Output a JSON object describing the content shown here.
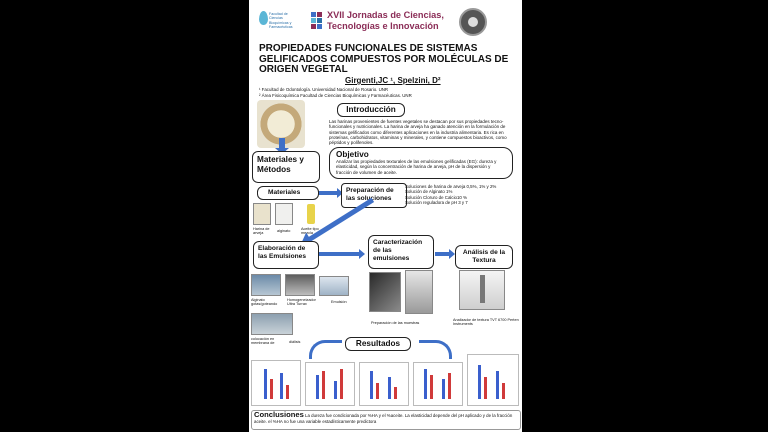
{
  "header": {
    "faculty_logo_text": "Facultad de Ciencias Bioquímicas y Farmacéuticas",
    "event_title": "XVII Jornadas de Ciencias, Tecnologías e Innovación",
    "colors": {
      "event": "#8b2d57",
      "arrow": "#3e6fc7",
      "faculty": "#2a6fa8"
    }
  },
  "title": "PROPIEDADES FUNCIONALES DE SISTEMAS GELIFICADOS COMPUESTOS POR MOLÉCULAS DE ORIGEN VEGETAL",
  "authors": "Girgenti,JC ¹, Spelzini, D²",
  "affiliations": [
    "¹ Facultad de Odontología. Universidad Nacional de Rosario. UNR",
    "² Área Fisicoquímica Facultad de Ciencias Bioquímicas y Farmacéuticas. UNR"
  ],
  "intro": {
    "heading": "Introducción",
    "text": "Las harinas provenientes de fuentes vegetales se destacan por sus propiedades tecno-funcionales y nutricionales. La harina de arveja ha ganado atención en la formulación de sistemas gelificados como diferentes aplicaciones en la industria alimentaria. Es rica en proteínas, carbohidratos, vitaminas y minerales, y contiene compuestos bioactivos, como péptidos y polifenoles."
  },
  "methods": {
    "heading": "Materiales y Métodos"
  },
  "objective": {
    "heading": "Objetivo",
    "text": "Analizar las propiedades texturales de las emulsiones gelificadas (EG): dureza y elasticidad, según la concentración de harina de arveja, pH de la dispersión y fracción de volumen de aceite."
  },
  "materials": {
    "heading": "Materiales",
    "items": [
      "Harina de arveja",
      "alginato",
      "Aceite tipo mezcla"
    ]
  },
  "solutions": {
    "heading": "Preparación de las soluciones",
    "items": [
      "Soluciones de harina de arveja 0,5%, 1% y 2%",
      "Solución de Alginato 1%",
      "Solución Cloruro de Calcio10 %",
      "Solución reguladora de pH 3 y 7"
    ]
  },
  "elaboration": {
    "heading": "Elaboración de las Emulsiones",
    "captions": [
      "Alginato gotas/goteando",
      "Homogeneizador Ultra Turrax",
      "Emulsión",
      "colocación en membrana de",
      "diálisis"
    ]
  },
  "characterization": {
    "heading": "Caracterización de las emulsiones",
    "caption": "Preparación de las muestras"
  },
  "texture": {
    "heading": "Análisis de la Textura",
    "caption": "Analizador de textura TVT 6700 Perten Instruments"
  },
  "results": {
    "heading": "Resultados"
  },
  "conclusions": {
    "heading": "Conclusiones",
    "text": "La dureza fue condicionada por %HA y el %aceite. La elasticidad depende del pH aplicado y de la fracción aceite. el %HA no fue una variable estadísticamente predictora"
  }
}
